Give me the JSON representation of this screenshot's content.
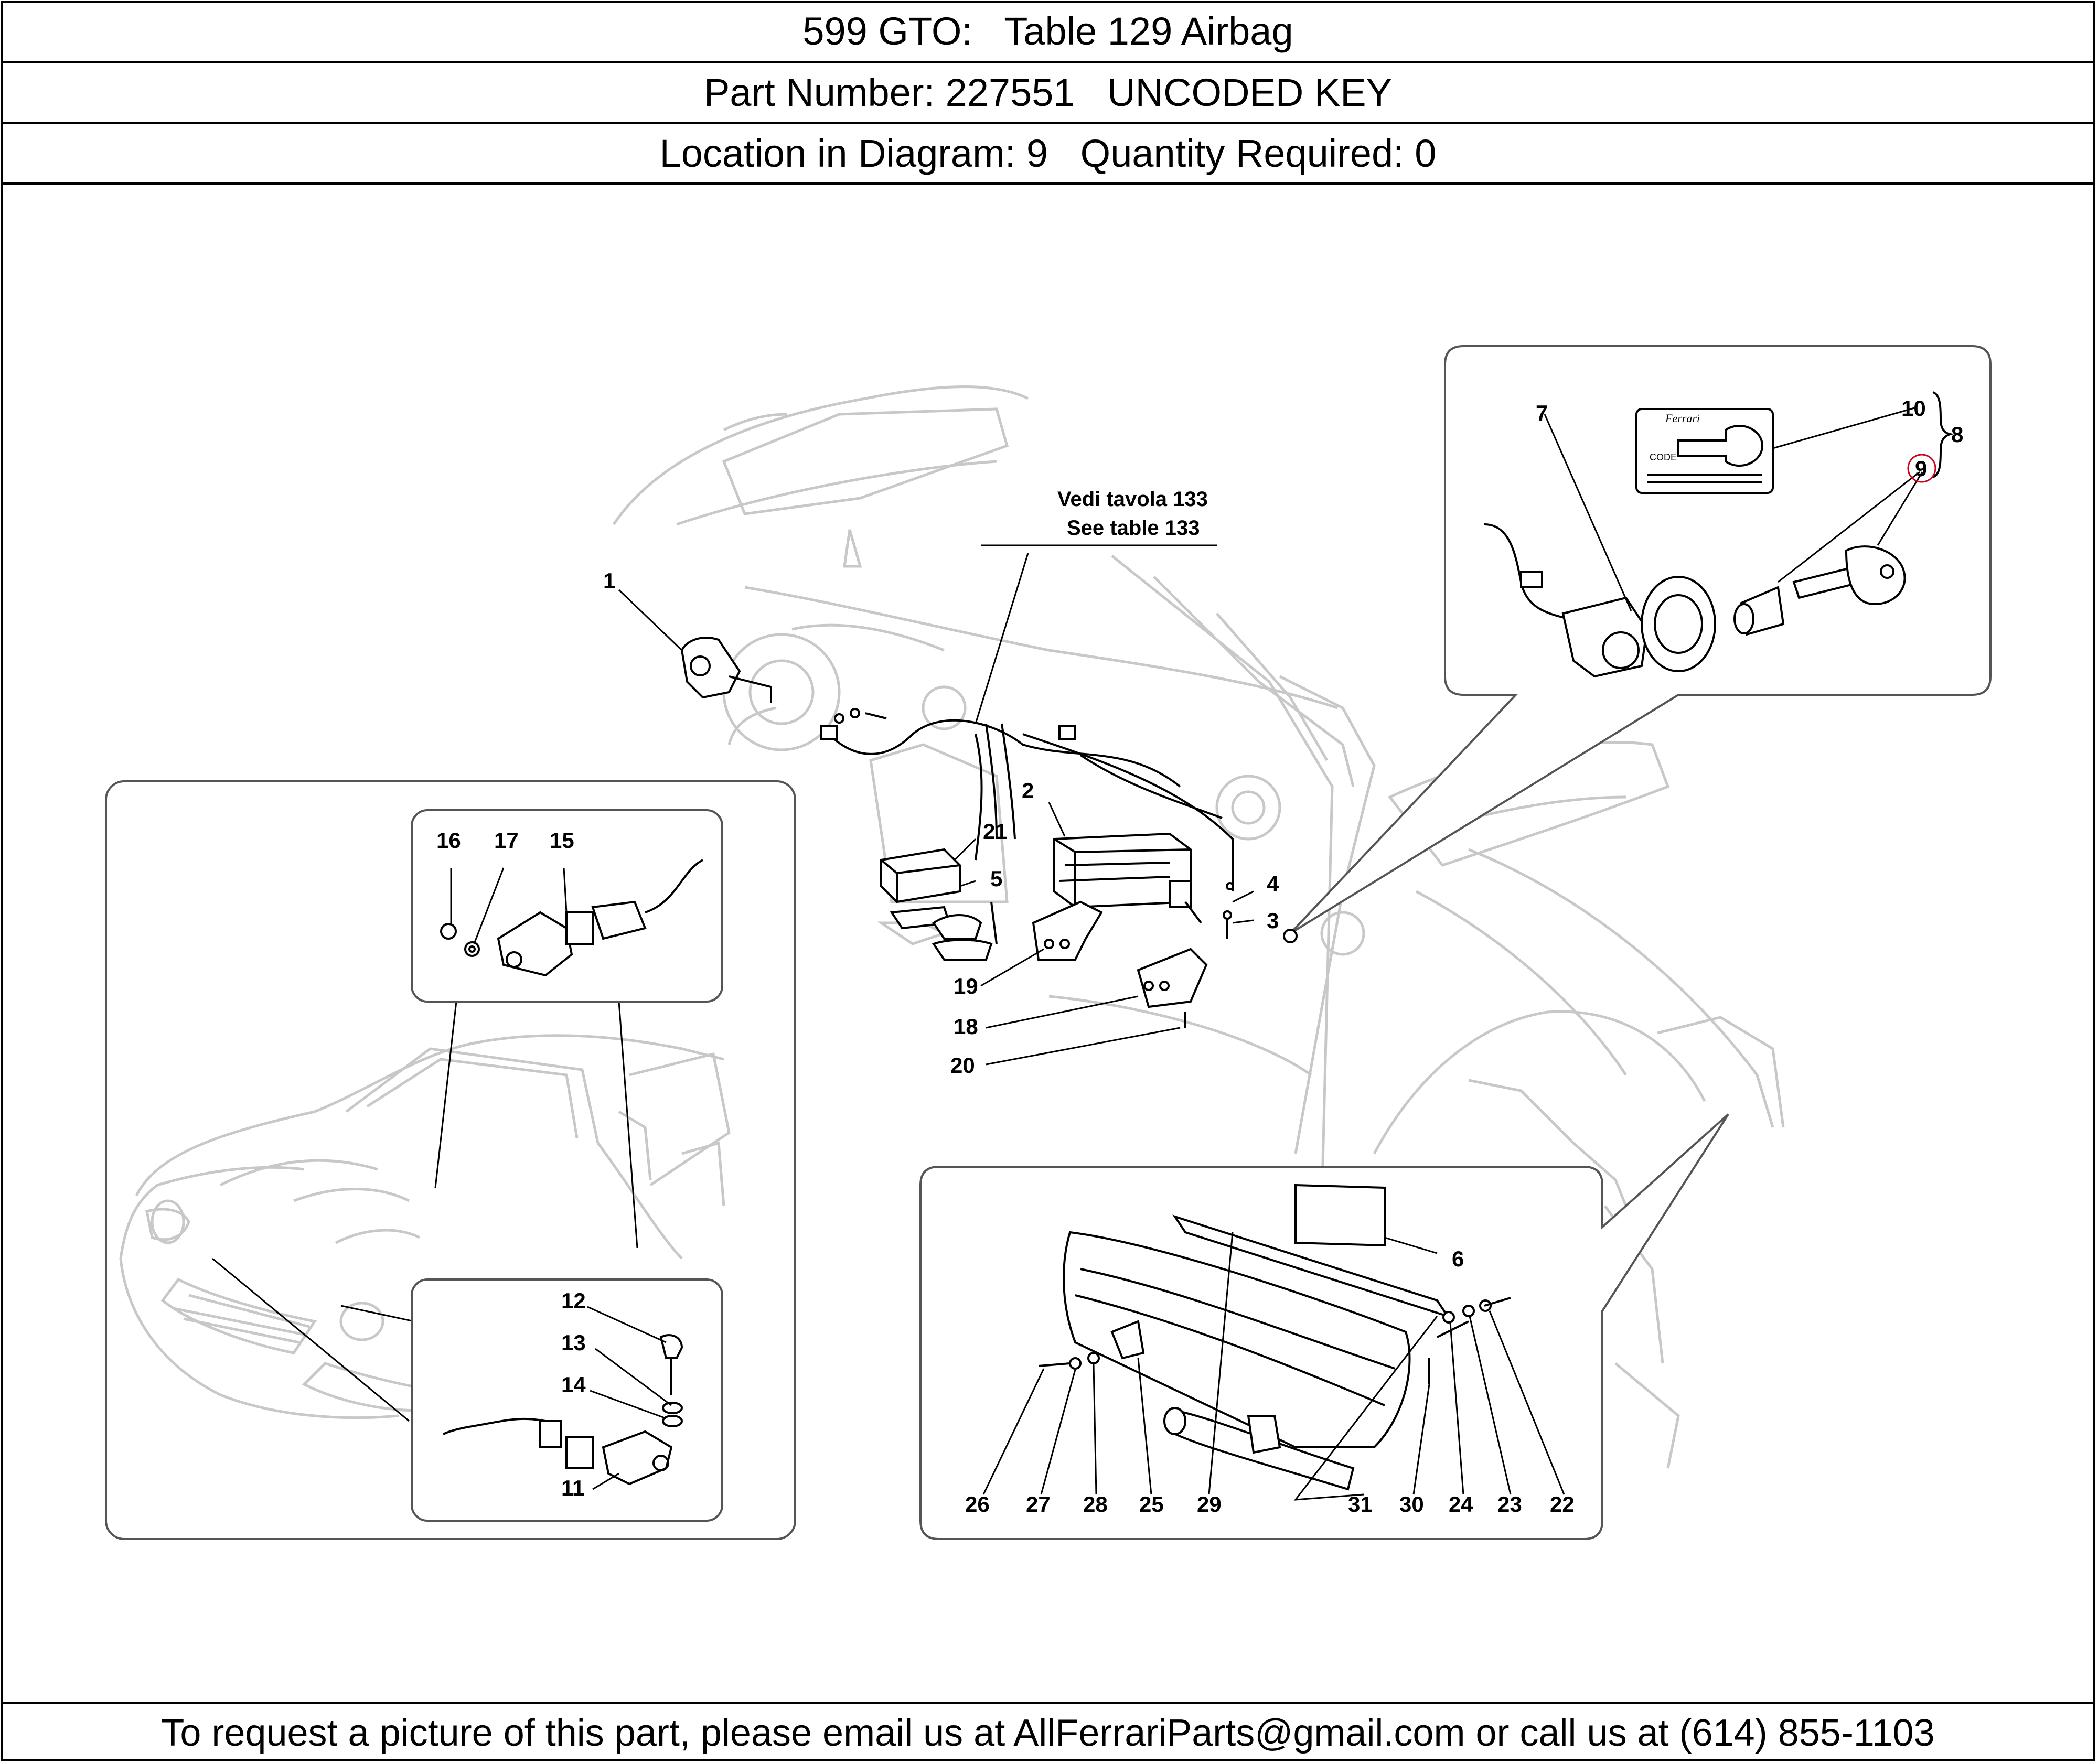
{
  "header": {
    "title": "599 GTO:   Table 129 Airbag",
    "part_number": "Part Number: 227551   UNCODED KEY",
    "location": "Location in Diagram: 9   Quantity Required: 0"
  },
  "footer": {
    "text": "To request a picture of this part, please email us at AllFerrariParts@gmail.com or call us at (614) 855-1103"
  },
  "diagram": {
    "note_line1": "Vedi tavola 133",
    "note_line2": "See table 133",
    "labels": {
      "l1": "1",
      "l2": "2",
      "l3": "3",
      "l4": "4",
      "l5": "5",
      "l6": "6",
      "l7": "7",
      "l8": "8",
      "l9": "9",
      "l10": "10",
      "l11": "11",
      "l12": "12",
      "l13": "13",
      "l14": "14",
      "l15": "15",
      "l16": "16",
      "l17": "17",
      "l18": "18",
      "l19": "19",
      "l20": "20",
      "l21": "21",
      "l22": "22",
      "l23": "23",
      "l24": "24",
      "l25": "25",
      "l26": "26",
      "l27": "27",
      "l28": "28",
      "l29": "29",
      "l30": "30",
      "l31": "31"
    },
    "key_tag_text": "CODE",
    "brand_text": "Ferrari",
    "highlight_color": "#d0021b"
  }
}
